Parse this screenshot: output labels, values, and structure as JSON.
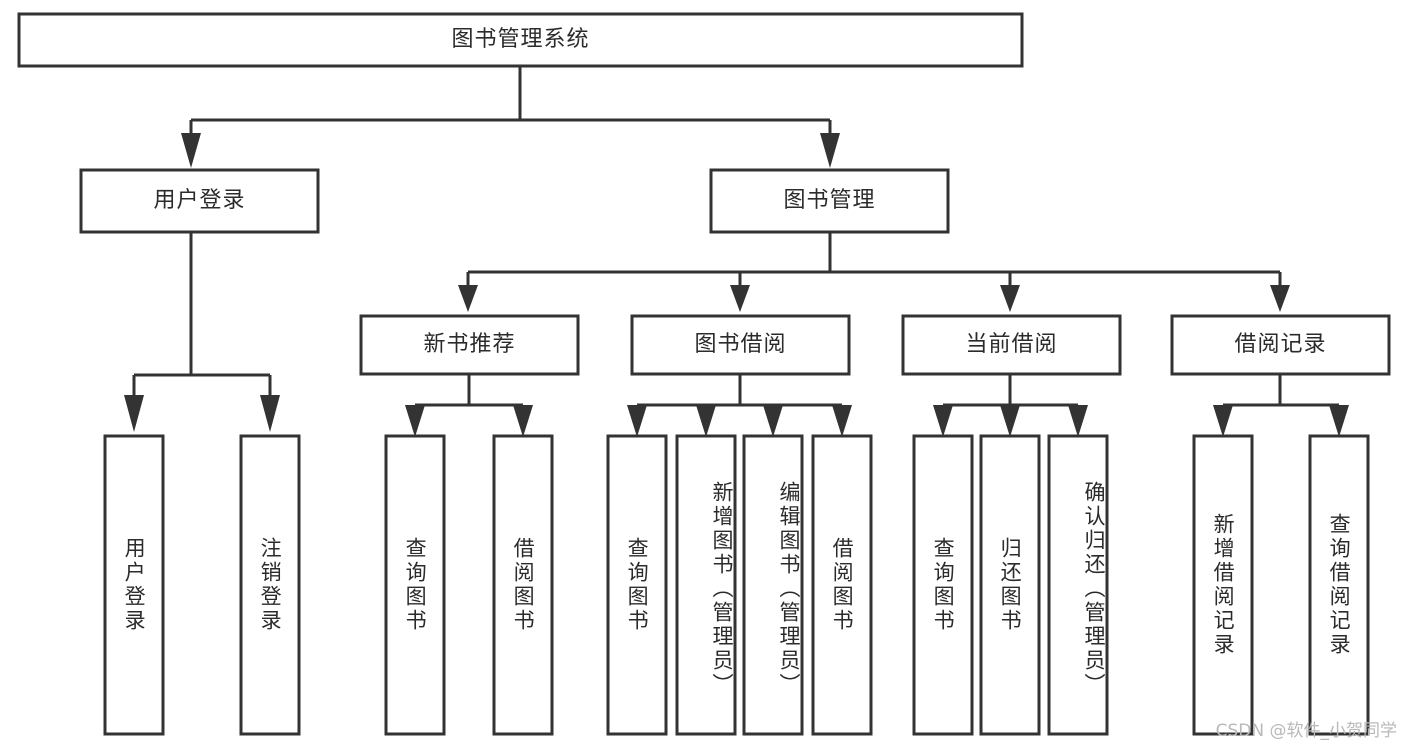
{
  "diagram": {
    "title": "图书管理系统",
    "watermark": "CSDN @软件_小贺同学",
    "colors": {
      "stroke": "#333333",
      "fill": "#ffffff",
      "text": "#2b2b2b",
      "watermark": "#b9b9b9"
    },
    "levels": {
      "root": {
        "label": "图书管理系统"
      },
      "level2": [
        {
          "label": "用户登录"
        },
        {
          "label": "图书管理"
        }
      ],
      "level3": [
        {
          "label": "新书推荐"
        },
        {
          "label": "图书借阅"
        },
        {
          "label": "当前借阅"
        },
        {
          "label": "借阅记录"
        }
      ],
      "leaves": {
        "user_login": [
          {
            "label": "用户登录"
          },
          {
            "label": "注销登录"
          }
        ],
        "new_book_recommend": [
          {
            "label": "查询图书"
          },
          {
            "label": "借阅图书"
          }
        ],
        "book_borrow": [
          {
            "label": "查询图书"
          },
          {
            "label": "新增图书（管理员）"
          },
          {
            "label": "编辑图书（管理员）"
          },
          {
            "label": "借阅图书"
          }
        ],
        "current_borrow": [
          {
            "label": "查询图书"
          },
          {
            "label": "归还图书"
          },
          {
            "label": "确认归还（管理员）"
          }
        ],
        "borrow_record": [
          {
            "label": "新增借阅记录"
          },
          {
            "label": "查询借阅记录"
          }
        ]
      }
    }
  }
}
